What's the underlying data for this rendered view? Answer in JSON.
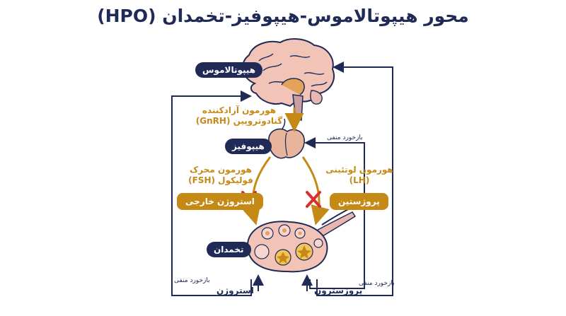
{
  "title": "محور هیپوتالاموس-هیپوفیز-تخمدان (HPO)",
  "nodes": {
    "hypothalamus": "هیپوتالاموس",
    "pituitary": "هیپوفیز",
    "ovary": "تخمدان"
  },
  "hormones": {
    "gnrh_line1": "هورمون آزادکننده",
    "gnrh_line2": "گنادوتروپین (GnRH)",
    "fsh_line1": "هورمون محرک",
    "fsh_line2": "فولیکول (FSH)",
    "lh_line1": "هورمون لوتئینی",
    "lh_line2": "(LH)"
  },
  "blocked": {
    "estrogen": "استروژن خارجی",
    "progestin": "پروژستین"
  },
  "outputs": {
    "estrogen": "استروژن",
    "progesterone": "پروژسترون"
  },
  "feedback": {
    "left": "بازخورد منفی",
    "right_top": "بازخورد منفی",
    "right_bottom": "بازخورد منفی"
  },
  "colors": {
    "navy": "#1f2a56",
    "gold": "#c58a16",
    "brain": "#f2c4b8",
    "brain_outline": "#1f2a56",
    "block_x": "#d9302c"
  }
}
